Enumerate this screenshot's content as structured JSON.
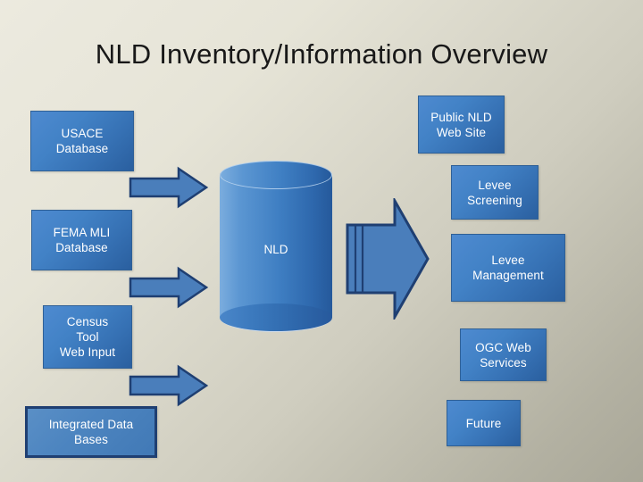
{
  "slide": {
    "title": "NLD Inventory/Information Overview",
    "background_start_color": "#ece9de",
    "background_end_color": "#a9a798",
    "accent_color": "#3b7ac0",
    "node_border_color": "#2f6096",
    "arrow_fill_color": "#4a7ebb",
    "arrow_stroke_color": "#1f3f72"
  },
  "inputs": {
    "heading_note": "left column source systems",
    "nodes": [
      {
        "id": "usace-database",
        "label": "USACE\nDatabase"
      },
      {
        "id": "fema-mli-database",
        "label": "FEMA MLI\nDatabase"
      },
      {
        "id": "census-tool-web-input",
        "label": "Census\nTool\nWeb Input"
      },
      {
        "id": "integrated-data-bases",
        "label": "Integrated Data\nBases"
      }
    ]
  },
  "repository": {
    "label": "NLD",
    "shape": "cylinder"
  },
  "outputs": {
    "heading_note": "right column consumers",
    "nodes": [
      {
        "id": "public-nld-web-site",
        "label": "Public NLD\nWeb Site"
      },
      {
        "id": "levee-screening",
        "label": "Levee\nScreening"
      },
      {
        "id": "levee-management",
        "label": "Levee\nManagement"
      },
      {
        "id": "ogc-web-services",
        "label": "OGC Web\nServices"
      },
      {
        "id": "future",
        "label": "Future"
      }
    ]
  },
  "arrows": [
    {
      "id": "arrow-inputs-top",
      "direction": "right",
      "size": "small"
    },
    {
      "id": "arrow-inputs-middle",
      "direction": "right",
      "size": "small"
    },
    {
      "id": "arrow-inputs-bottom",
      "direction": "right",
      "size": "small"
    },
    {
      "id": "arrow-nld-outputs",
      "direction": "right",
      "size": "large"
    }
  ]
}
